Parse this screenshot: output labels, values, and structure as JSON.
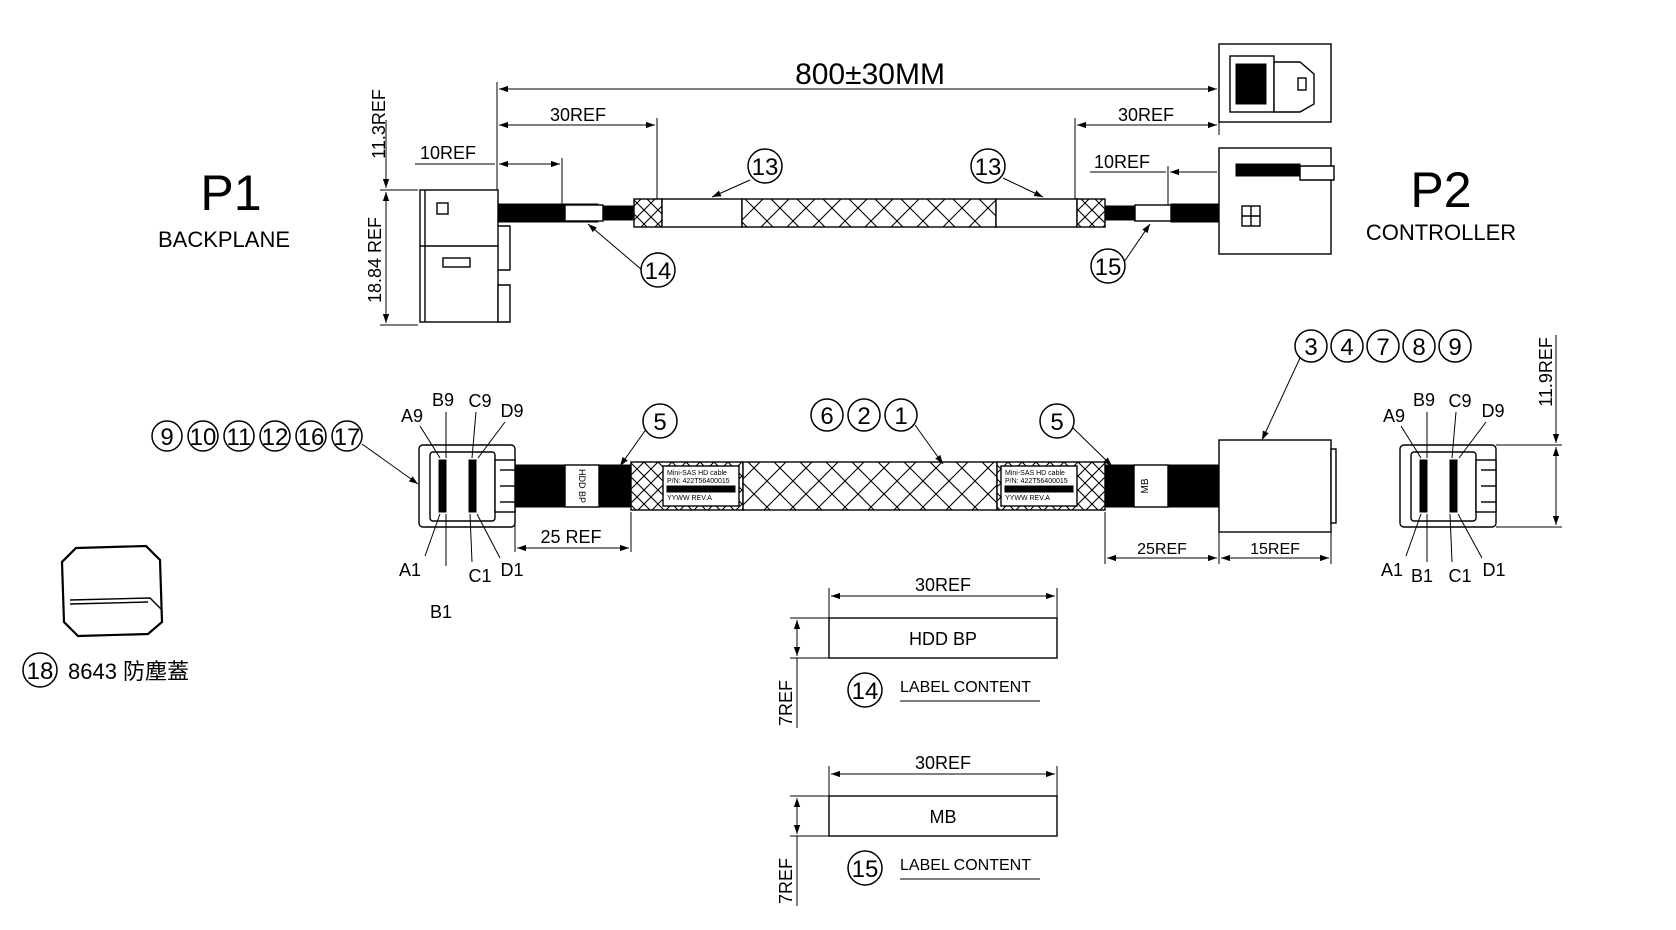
{
  "top_view": {
    "length": "800±30MM",
    "left_30ref": "30REF",
    "right_30ref": "30REF",
    "left_10ref": "10REF",
    "right_10ref": "10REF",
    "height_11_3": "11.3REF",
    "height_18_84": "18.84 REF",
    "p1": {
      "title": "P1",
      "subtitle": "BACKPLANE"
    },
    "p2": {
      "title": "P2",
      "subtitle": "CONTROLLER"
    },
    "callouts": {
      "c13a": "13",
      "c13b": "13",
      "c14": "14",
      "c15": "15"
    }
  },
  "front_view": {
    "left_callouts": [
      "9",
      "10",
      "11",
      "12",
      "16",
      "17"
    ],
    "center_callouts": [
      "6",
      "2",
      "1"
    ],
    "right_callouts": [
      "3",
      "4",
      "7",
      "8",
      "9"
    ],
    "c5_left": "5",
    "c5_right": "5",
    "left_pins": {
      "a9": "A9",
      "b9": "B9",
      "c9": "C9",
      "d9": "D9",
      "a1": "A1",
      "b1": "B1",
      "c1": "C1",
      "d1": "D1"
    },
    "right_pins": {
      "a9": "A9",
      "b9": "B9",
      "c9": "C9",
      "d9": "D9",
      "a1": "A1",
      "b1": "B1",
      "c1": "C1",
      "d1": "D1"
    },
    "dim_25ref_left": "25 REF",
    "dim_25ref_right": "25REF",
    "dim_15ref": "15REF",
    "dim_11_9": "11.9REF",
    "sleeve_label_left": "HDD BP",
    "sleeve_label_right": "MB",
    "print_left": {
      "l1": "Mini-SAS HD cable",
      "l2": "P/N: 422T56400015",
      "l3": "YYWW REV.A"
    },
    "print_right": {
      "l1": "Mini-SAS HD cable",
      "l2": "P/N: 422T56400015",
      "l3": "YYWW REV.A"
    }
  },
  "dust_cap": {
    "number": "18",
    "text": "8643 防塵蓋"
  },
  "label_14": {
    "width": "30REF",
    "height": "7REF",
    "content": "HDD BP",
    "number": "14",
    "caption": "LABEL CONTENT"
  },
  "label_15": {
    "width": "30REF",
    "height": "7REF",
    "content": "MB",
    "number": "15",
    "caption": "LABEL CONTENT"
  }
}
